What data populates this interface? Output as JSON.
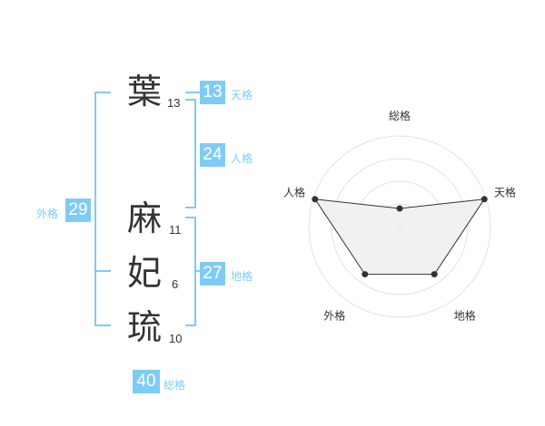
{
  "name": {
    "chars": [
      {
        "char": "葉",
        "strokes": "13"
      },
      {
        "char": "麻",
        "strokes": "11"
      },
      {
        "char": "妃",
        "strokes": "6"
      },
      {
        "char": "琉",
        "strokes": "10"
      }
    ]
  },
  "kaku": {
    "tenkaku": {
      "value": "13",
      "label": "天格"
    },
    "jinkaku": {
      "value": "24",
      "label": "人格"
    },
    "chikaku": {
      "value": "27",
      "label": "地格"
    },
    "gaikaku": {
      "value": "29",
      "label": "外格"
    },
    "soukaku": {
      "value": "40",
      "label": "総格"
    }
  },
  "colors": {
    "accent": "#7fcbf5",
    "text": "#333333",
    "fill": "#f0f0f0"
  },
  "chart_data": {
    "type": "radar",
    "axes": [
      "総格",
      "天格",
      "地格",
      "外格",
      "人格"
    ],
    "values": [
      0.2,
      0.98,
      0.65,
      0.65,
      0.98
    ],
    "range": [
      0,
      1
    ],
    "rings": 4
  }
}
